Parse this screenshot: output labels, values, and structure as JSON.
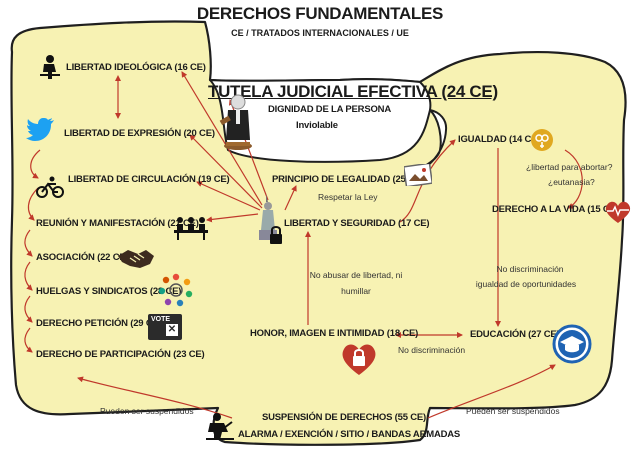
{
  "header": {
    "title": "DERECHOS FUNDAMENTALES",
    "subtitle": "CE / TRATADOS INTERNACIONALES / UE"
  },
  "center": {
    "title": "TUTELA JUDICIAL EFECTIVA (24 CE)",
    "dignity": "DIGNIDAD DE LA PERSONA",
    "inviolable": "Inviolable"
  },
  "left": {
    "ideologica": "LIBERTAD IDEOLÓGICA (16 CE)",
    "expresion": "LIBERTAD DE EXPRESIÓN (20 CE)",
    "circulacion": "LIBERTAD DE CIRCULACIÓN (19 CE)",
    "reunion": "REUNIÓN Y MANIFESTACIÓN (21 CE)",
    "asociacion": "ASOCIACIÓN (22 CE)",
    "huelgas": "HUELGAS Y SINDICATOS (28 CE)",
    "peticion": "DERECHO PETICIÓN (29 CE)",
    "participacion": "DERECHO DE PARTICIPACIÓN (23 CE)"
  },
  "middle": {
    "legalidad": "PRINCIPIO DE LEGALIDAD (25 CE)",
    "respetar": "Respetar la Ley",
    "seguridad": "LIBERTAD Y SEGURIDAD (17 CE)",
    "abusar_1": "No abusar de libertad, ni",
    "abusar_2": "humillar",
    "honor": "HONOR, IMAGEN E INTIMIDAD (18 CE)",
    "no_discriminacion_bottom": "No discriminación"
  },
  "right": {
    "igualdad": "IGUALDAD (14 CE)",
    "abortar": "¿libertad para abortar?",
    "eutanasia": "¿eutanasia?",
    "vida": "DERECHO A LA VIDA (15 CE)",
    "no_discriminacion": "No discriminación",
    "igualdad_oportunidades": "igualdad de oportunidades",
    "educacion": "EDUCACIÓN (27 CE)"
  },
  "bottom": {
    "suspendidos_left": "Pueden ser suspendidos",
    "suspendidos_right": "Pueden ser suspendidos",
    "suspension": "SUSPENSIÓN DE DERECHOS (55 CE):",
    "alarma": "ALARMA / EXENCIÓN / SITIO / BANDAS ARMADAS"
  },
  "icons": {
    "vote_text": "VOTE"
  },
  "colors": {
    "background_fill": "#f7f2b3",
    "border": "#1f1f1f",
    "arrow": "#c0392b",
    "twitter": "#1da1f2",
    "heart": "#c0392b",
    "education": "#1f63b3",
    "equality": "#e0a820"
  }
}
